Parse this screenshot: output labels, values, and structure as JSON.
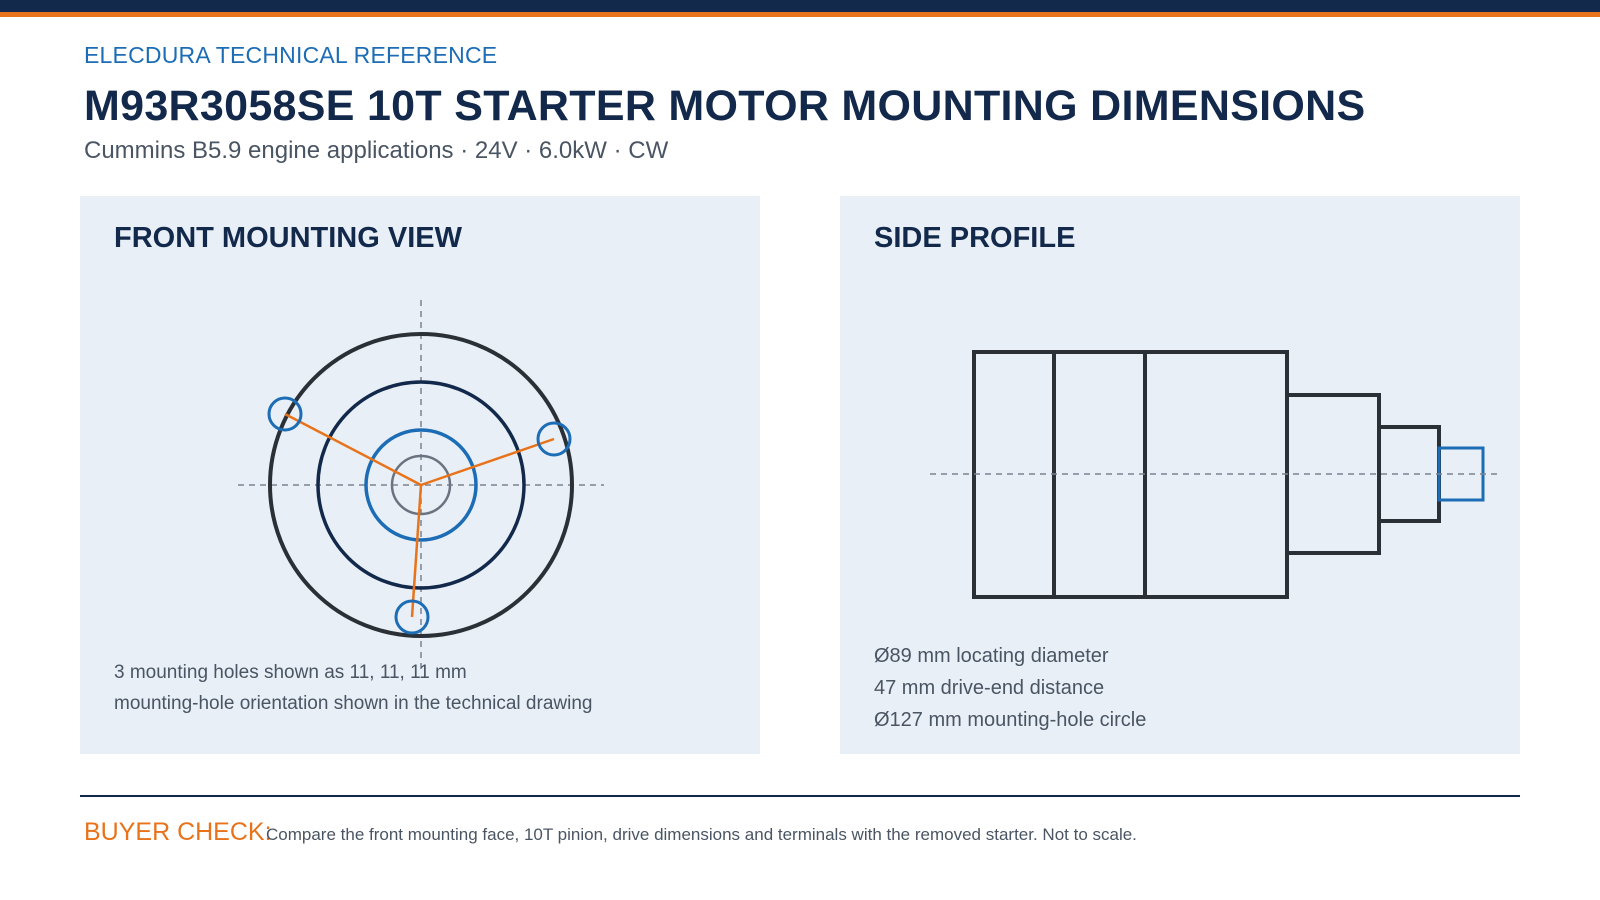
{
  "header": {
    "kicker": "ELECDURA TECHNICAL REFERENCE",
    "title": "M93R3058SE 10T STARTER MOTOR MOUNTING DIMENSIONS",
    "subtitle": "Cummins B5.9 engine applications · 24V · 6.0kW · CW"
  },
  "front_panel": {
    "title": "FRONT MOUNTING VIEW",
    "notes": [
      "3 mounting holes shown as 11, 11, 11 mm",
      "mounting-hole orientation shown in the technical drawing"
    ]
  },
  "side_panel": {
    "title": "SIDE PROFILE",
    "specs": [
      "Ø89 mm locating diameter",
      "47 mm drive-end distance",
      "Ø127 mm mounting-hole circle"
    ]
  },
  "footer": {
    "label": "BUYER CHECK:",
    "text": "Compare the front mounting face, 10T pinion, drive dimensions and terminals with the removed starter. Not to scale."
  },
  "colors": {
    "navy": "#13294b",
    "orange": "#e8731a",
    "blue": "#1c6db5",
    "outline": "#2b3036",
    "panel": "#e8eff6",
    "text_gray": "#4a5563"
  }
}
